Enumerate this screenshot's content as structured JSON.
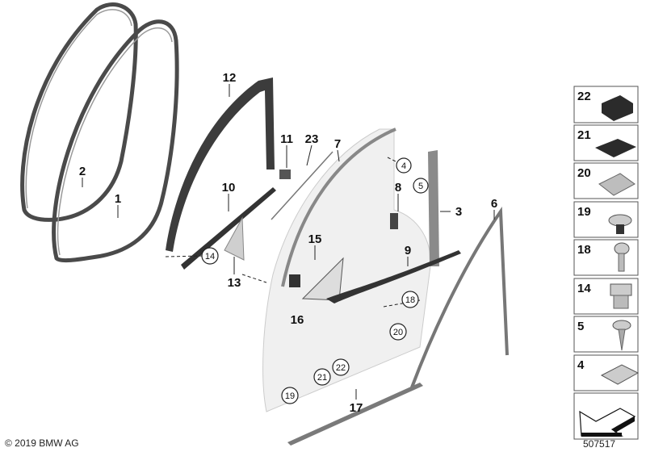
{
  "diagram": {
    "part_labels": [
      "1",
      "2",
      "3",
      "6",
      "7",
      "8",
      "9",
      "10",
      "11",
      "12",
      "13",
      "15",
      "16",
      "17",
      "23"
    ],
    "circled_labels": [
      "4",
      "5",
      "14",
      "18",
      "19",
      "20",
      "21",
      "22"
    ],
    "legend": [
      {
        "number": "22",
        "icon": "square-grommet-icon"
      },
      {
        "number": "21",
        "icon": "pad-icon"
      },
      {
        "number": "20",
        "icon": "clip-nut-icon"
      },
      {
        "number": "19",
        "icon": "expanding-rivet-icon"
      },
      {
        "number": "18",
        "icon": "torx-bolt-icon"
      },
      {
        "number": "14",
        "icon": "square-nut-icon"
      },
      {
        "number": "5",
        "icon": "tapping-screw-icon"
      },
      {
        "number": "4",
        "icon": "cage-nut-icon"
      },
      {
        "number": "",
        "icon": "direction-arrow-icon"
      }
    ],
    "copyright": "© 2019 BMW AG",
    "diagram_number": "507517"
  }
}
